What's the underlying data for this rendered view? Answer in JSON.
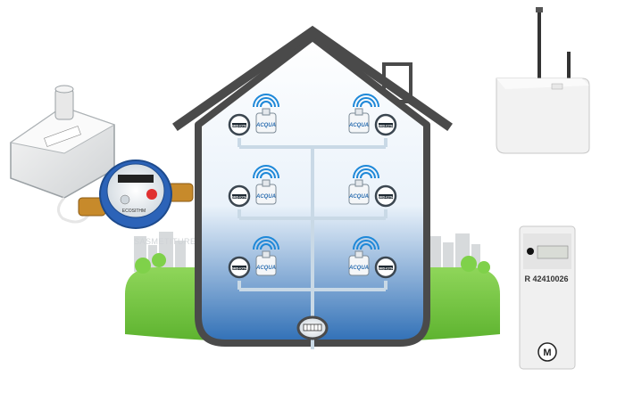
{
  "diagram": {
    "background_text": [
      "E",
      "SASMETITURE"
    ],
    "left_meter_tag": "ECOSITHM",
    "apartment_meter_label": "SMD-IOTH",
    "sensor_brand": "ACQUA",
    "main_meter_label": "",
    "heat_meter_serial": "R 42410026",
    "heat_meter_logo": "M",
    "colors": {
      "grass": "#6cc53b",
      "house_outline": "#4a4a4a",
      "house_fill_top": "#ffffff",
      "house_fill_bottom": "#2f6fb6",
      "pipe": "#c9d9e6",
      "wifi": "#1e88d8",
      "gateway": "#f2f2f2"
    },
    "icons": [
      "wifi-icon",
      "antenna-icon",
      "radio-sensor-icon",
      "water-meter-icon"
    ]
  }
}
